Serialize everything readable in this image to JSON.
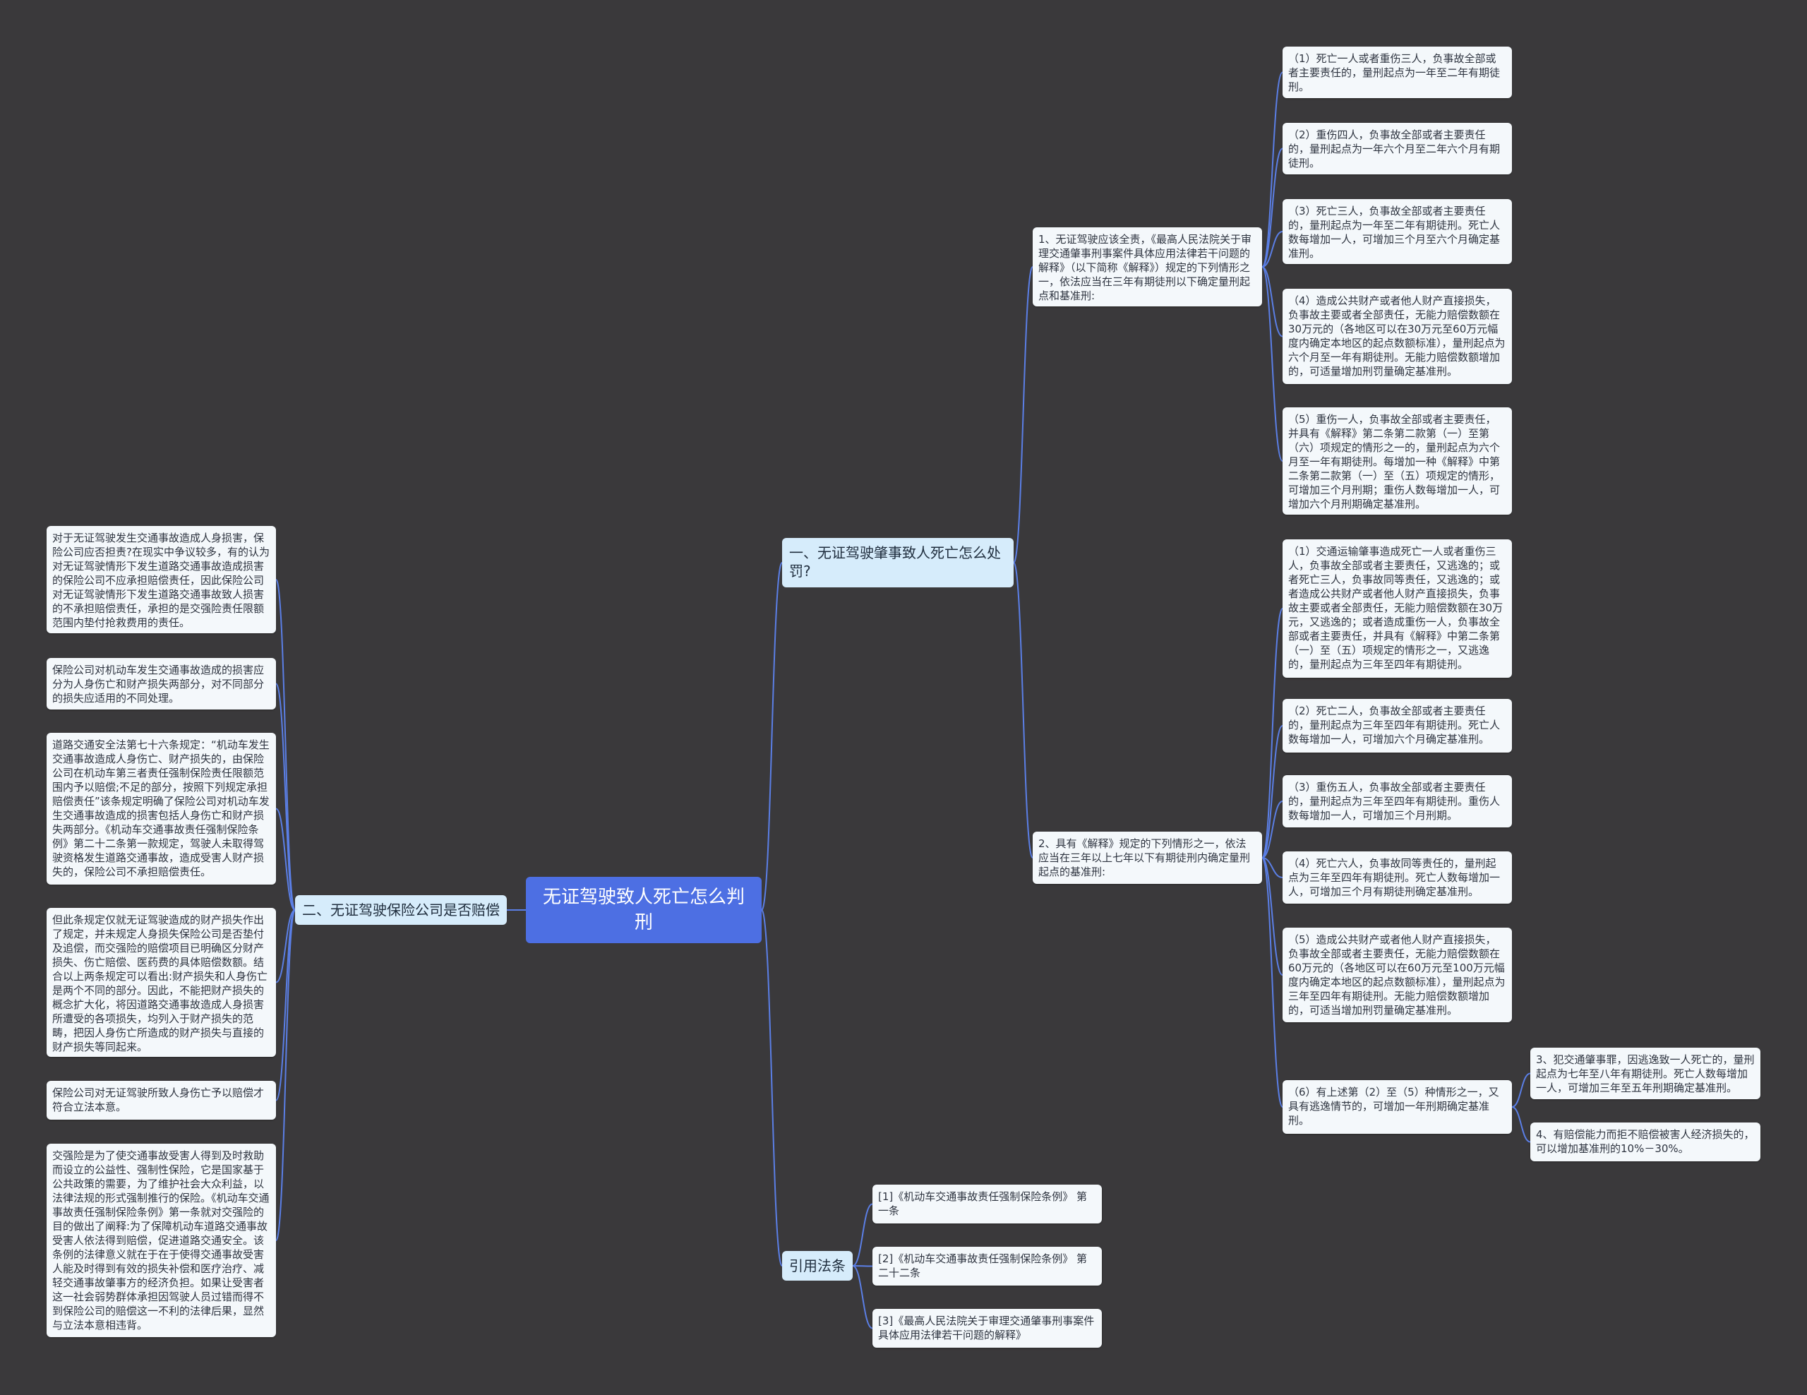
{
  "root": "无证驾驶致人死亡怎么判刑",
  "branch1": {
    "title": "一、无证驾驶肇事致人死亡怎么处罚?",
    "sub1": {
      "text": "1、无证驾驶应该全责，《最高人民法院关于审理交通肇事刑事案件具体应用法律若干问题的解释》（以下简称《解释》）规定的下列情形之一，依法应当在三年有期徒刑以下确定量刑起点和基准刑:",
      "items": [
        "（1）死亡一人或者重伤三人，负事故全部或者主要责任的，量刑起点为一年至二年有期徒刑。",
        "（2）重伤四人，负事故全部或者主要责任的，量刑起点为一年六个月至二年六个月有期徒刑。",
        "（3）死亡三人，负事故全部或者主要责任的，量刑起点为一年至二年有期徒刑。死亡人数每增加一人，可增加三个月至六个月确定基准刑。",
        "（4）造成公共财产或者他人财产直接损失，负事故主要或者全部责任，无能力赔偿数额在30万元的（各地区可以在30万元至60万元幅度内确定本地区的起点数额标准），量刑起点为六个月至一年有期徒刑。无能力赔偿数额增加的，可适量增加刑罚量确定基准刑。",
        "（5）重伤一人，负事故全部或者主要责任，并具有《解释》第二条第二款第（一）至第（六）项规定的情形之一的，量刑起点为六个月至一年有期徒刑。每增加一种《解释》中第二条第二款第（一）至（五）项规定的情形，可增加三个月刑期；重伤人数每增加一人，可增加六个月刑期确定基准刑。"
      ]
    },
    "sub2": {
      "text": "2、具有《解释》规定的下列情形之一，依法应当在三年以上七年以下有期徒刑内确定量刑起点的基准刑:",
      "items": [
        "（1）交通运输肇事造成死亡一人或者重伤三人，负事故全部或者主要责任，又逃逸的；或者死亡三人，负事故同等责任，又逃逸的；或者造成公共财产或者他人财产直接损失，负事故主要或者全部责任，无能力赔偿数额在30万元，又逃逸的；或者造成重伤一人，负事故全部或者主要责任，并具有《解释》中第二条第（一）至（五）项规定的情形之一，又逃逸的，量刑起点为三年至四年有期徒刑。",
        "（2）死亡二人，负事故全部或者主要责任的，量刑起点为三年至四年有期徒刑。死亡人数每增加一人，可增加六个月确定基准刑。",
        "（3）重伤五人，负事故全部或者主要责任的，量刑起点为三年至四年有期徒刑。重伤人数每增加一人，可增加三个月刑期。",
        "（4）死亡六人，负事故同等责任的，量刑起点为三年至四年有期徒刑。死亡人数每增加一人，可增加三个月有期徒刑确定基准刑。",
        "（5）造成公共财产或者他人财产直接损失，负事故全部或者主要责任，无能力赔偿数额在60万元的（各地区可以在60万元至100万元幅度内确定本地区的起点数额标准），量刑起点为三年至四年有期徒刑。无能力赔偿数额增加的，可适当增加刑罚量确定基准刑。",
        "（6）有上述第（2）至（5）种情形之一，又具有逃逸情节的，可增加一年刑期确定基准刑。"
      ],
      "extra": [
        "3、犯交通肇事罪，因逃逸致一人死亡的，量刑起点为七年至八年有期徒刑。死亡人数每增加一人，可增加三年至五年刑期确定基准刑。",
        "4、有赔偿能力而拒不赔偿被害人经济损失的，可以增加基准刑的10%－30%。"
      ]
    }
  },
  "branch2": {
    "title": "二、无证驾驶保险公司是否赔偿",
    "items": [
      "对于无证驾驶发生交通事故造成人身损害，保险公司应否担责?在现实中争议较多，有的认为对无证驾驶情形下发生道路交通事故造成损害的保险公司不应承担赔偿责任，因此保险公司对无证驾驶情形下发生道路交通事故致人损害的不承担赔偿责任，承担的是交强险责任限额范围内垫付抢救费用的责任。",
      "保险公司对机动车发生交通事故造成的损害应分为人身伤亡和财产损失两部分，对不同部分的损失应适用的不同处理。",
      "道路交通安全法第七十六条规定：“机动车发生交通事故造成人身伤亡、财产损失的，由保险公司在机动车第三者责任强制保险责任限额范围内予以赔偿;不足的部分，按照下列规定承担赔偿责任”该条规定明确了保险公司对机动车发生交通事故造成的损害包括人身伤亡和财产损失两部分。《机动车交通事故责任强制保险条例》第二十二条第一款规定，驾驶人未取得驾驶资格发生道路交通事故，造成受害人财产损失的，保险公司不承担赔偿责任。",
      "但此条规定仅就无证驾驶造成的财产损失作出了规定，并未规定人身损失保险公司是否垫付及追偿，而交强险的赔偿项目已明确区分财产损失、伤亡赔偿、医药费的具体赔偿数额。结合以上两条规定可以看出:财产损失和人身伤亡是两个不同的部分。因此，不能把财产损失的概念扩大化，将因道路交通事故造成人身损害所遭受的各项损失，均列入于财产损失的范畴，把因人身伤亡所造成的财产损失与直接的财产损失等同起来。",
      "保险公司对无证驾驶所致人身伤亡予以赔偿才符合立法本意。",
      "交强险是为了使交通事故受害人得到及时救助而设立的公益性、强制性保险，它是国家基于公共政策的需要，为了维护社会大众利益，以法律法规的形式强制推行的保险。《机动车交通事故责任强制保险条例》第一条就对交强险的目的做出了阐释:为了保障机动车道路交通事故受害人依法得到赔偿，促进道路交通安全。该条例的法律意义就在于在于使得交通事故受害人能及时得到有效的损失补偿和医疗治疗、减轻交通事故肇事方的经济负担。如果让受害者这一社会弱势群体承担因驾驶人员过错而得不到保险公司的赔偿这一不利的法律后果，显然与立法本意相违背。"
    ]
  },
  "branch3": {
    "title": "引用法条",
    "items": [
      "[1]《机动车交通事故责任强制保险条例》 第一条",
      "[2]《机动车交通事故责任强制保险条例》 第二十二条",
      "[3]《最高人民法院关于审理交通肇事刑事案件具体应用法律若干问题的解释》"
    ]
  },
  "colors": {
    "background": "#3a393b",
    "root": "#4d6fe3",
    "branch": "#d6ecfb",
    "leaf": "#f4f8fb",
    "line": "#5b7fe6"
  }
}
